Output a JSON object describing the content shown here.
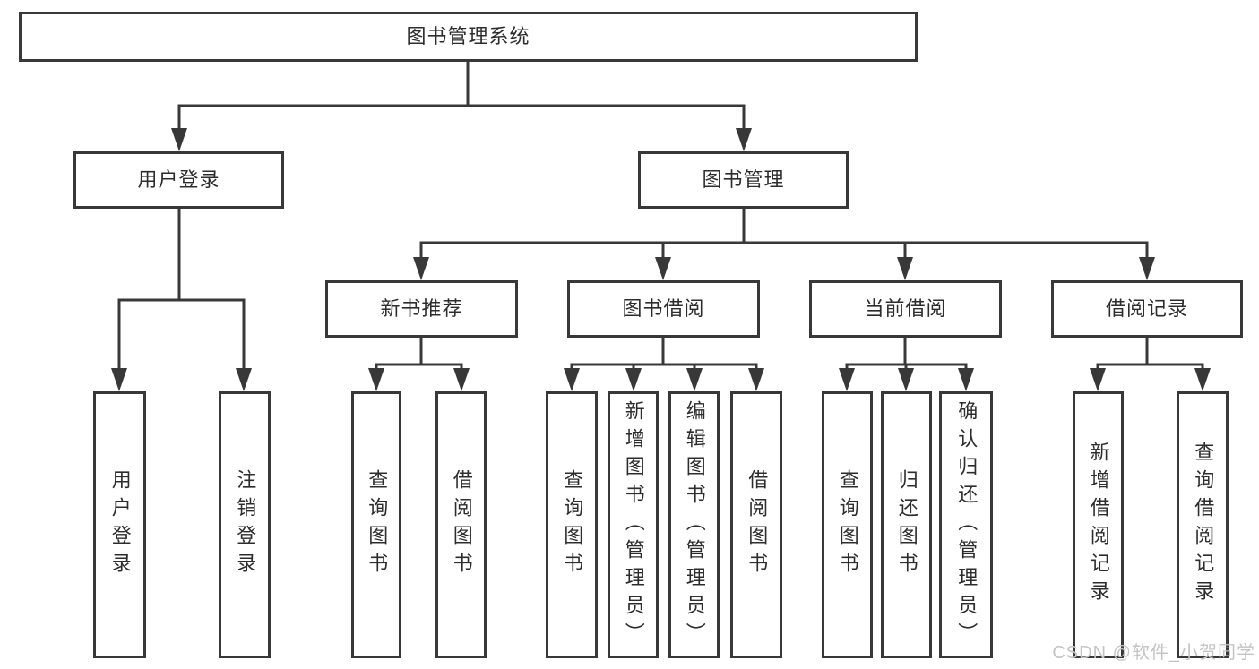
{
  "tree": {
    "label": "图书管理系统",
    "children": [
      {
        "label": "用户登录",
        "children": [
          {
            "label": "用户登录"
          },
          {
            "label": "注销登录"
          }
        ]
      },
      {
        "label": "图书管理",
        "children": [
          {
            "label": "新书推荐",
            "children": [
              {
                "label": "查询图书"
              },
              {
                "label": "借阅图书"
              }
            ]
          },
          {
            "label": "图书借阅",
            "children": [
              {
                "label": "查询图书"
              },
              {
                "label": "新增图书（管理员）"
              },
              {
                "label": "编辑图书（管理员）"
              },
              {
                "label": "借阅图书"
              }
            ]
          },
          {
            "label": "当前借阅",
            "children": [
              {
                "label": "查询图书"
              },
              {
                "label": "归还图书"
              },
              {
                "label": "确认归还（管理员）"
              }
            ]
          },
          {
            "label": "借阅记录",
            "children": [
              {
                "label": "新增借阅记录"
              },
              {
                "label": "查询借阅记录"
              }
            ]
          }
        ]
      }
    ]
  },
  "watermark": {
    "text": "CSDN @软件_小贺同学"
  },
  "colors": {
    "line": "#383838",
    "box_border": "#383838",
    "text": "#2d2d2d",
    "background": "#ffffff",
    "watermark": "#c4c4c4"
  }
}
